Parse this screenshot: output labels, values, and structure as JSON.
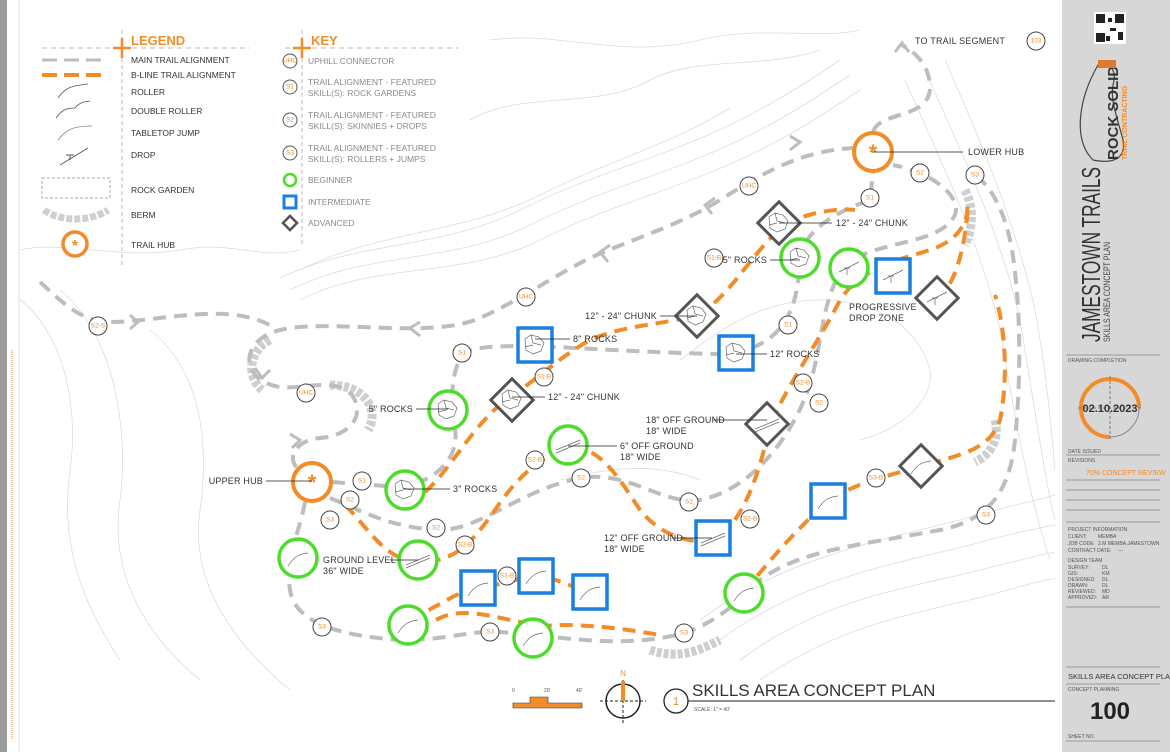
{
  "legend": {
    "title": "LEGEND",
    "items": [
      "MAIN TRAIL ALIGNMENT",
      "B-LINE TRAIL ALIGNMENT",
      "ROLLER",
      "DOUBLE ROLLER",
      "TABLETOP JUMP",
      "DROP",
      "ROCK GARDEN",
      "BERM",
      "TRAIL HUB"
    ]
  },
  "key": {
    "title": "KEY",
    "items": [
      {
        "tag": "UHC",
        "line1": "UPHILL CONNECTOR",
        "line2": ""
      },
      {
        "tag": "S1",
        "line1": "TRAIL ALIGNMENT - FEATURED",
        "line2": "SKILL(S): ROCK GARDENS"
      },
      {
        "tag": "S2",
        "line1": "TRAIL ALIGNMENT - FEATURED",
        "line2": "SKILL(S): SKINNIES + DROPS"
      },
      {
        "tag": "S3",
        "line1": "TRAIL ALIGNMENT - FEATURED",
        "line2": "SKILL(S): ROLLERS + JUMPS"
      }
    ],
    "levels": [
      "BEGINNER",
      "INTERMEDIATE",
      "ADVANCED"
    ]
  },
  "colors": {
    "orange": "#f28c28",
    "beginner": "#4cdd2a",
    "intermediate": "#1a7fe0",
    "advanced": "#555555",
    "main_trail": "#bdbdbd"
  },
  "map": {
    "tags": [
      "UHC",
      "UHC",
      "UHC",
      "S1",
      "S1",
      "S1",
      "S1",
      "S2",
      "S2",
      "S2",
      "S2",
      "S2",
      "S2",
      "S3",
      "S3",
      "S3",
      "S3",
      "S3",
      "S3",
      "S1-B",
      "S1-B",
      "S2-B",
      "S2-B",
      "S2-B",
      "S2-B",
      "S3-B",
      "S3-B",
      "S2-S",
      "103"
    ],
    "callouts": {
      "to_trail_segment": "TO TRAIL SEGMENT",
      "lower_hub": "LOWER HUB",
      "upper_hub": "UPPER HUB",
      "chunk_top": "12\" - 24\" CHUNK",
      "rocks5_top": "5\" ROCKS",
      "chunk_mid": "12\" - 24\" CHUNK",
      "rocks8": "8\" ROCKS",
      "rocks12": "12\" ROCKS",
      "drop_zone_1": "PROGRESSIVE",
      "drop_zone_2": "DROP ZONE",
      "rocks5_left": "5\" ROCKS",
      "chunk_left": "12\" - 24\" CHUNK",
      "off18_1": "18\" OFF GROUND",
      "off18_2": "18\" WIDE",
      "off6_1": "6\" OFF GROUND",
      "off6_2": "18\" WIDE",
      "rocks3": "3\" ROCKS",
      "ground_1": "GROUND LEVEL",
      "ground_2": "36\" WIDE",
      "off12_1": "12\" OFF GROUND",
      "off12_2": "18\" WIDE"
    }
  },
  "plan_title": {
    "number": "1",
    "title": "SKILLS AREA CONCEPT PLAN",
    "scale": "SCALE: 1\" = 40'",
    "scale_bar": [
      "0",
      "20'",
      "40'"
    ],
    "north": "N"
  },
  "title_block": {
    "project": "JAMESTOWN TRAILS",
    "subtitle": "SKILLS AREA CONCEPT PLAN",
    "logo_1": "ROCK SOLID",
    "logo_2": "TRAIL CONTRACTING",
    "drawing_completion": "DRAWING COMPLETION",
    "date": "02.10.2023",
    "date_issued": "DATE ISSUED",
    "revisions": "REVISIONS",
    "revision_1": "70% CONCEPT REVIEW",
    "project_info": "PROJECT INFORMATION",
    "info": [
      {
        "k": "CLIENT:",
        "v": "MEMBA"
      },
      {
        "k": "JOB CODE:",
        "v": "2.M MEMBA.JAMESTOWN"
      },
      {
        "k": "CONTRACT DATE:",
        "v": "---"
      }
    ],
    "design_team": "DESIGN TEAM",
    "team": [
      {
        "k": "SURVEY:",
        "v": "DL"
      },
      {
        "k": "GIS:",
        "v": "KM"
      },
      {
        "k": "DESIGNED:",
        "v": "DL"
      },
      {
        "k": "DRAWN:",
        "v": "DL"
      },
      {
        "k": "REVIEWED:",
        "v": "MD"
      },
      {
        "k": "APPROVED:",
        "v": "AR"
      }
    ],
    "sheet_title": "SKILLS AREA CONCEPT PLAN",
    "phase": "CONCEPT PLANNING",
    "sheet_number": "100",
    "sheet_no_label": "SHEET NO."
  }
}
